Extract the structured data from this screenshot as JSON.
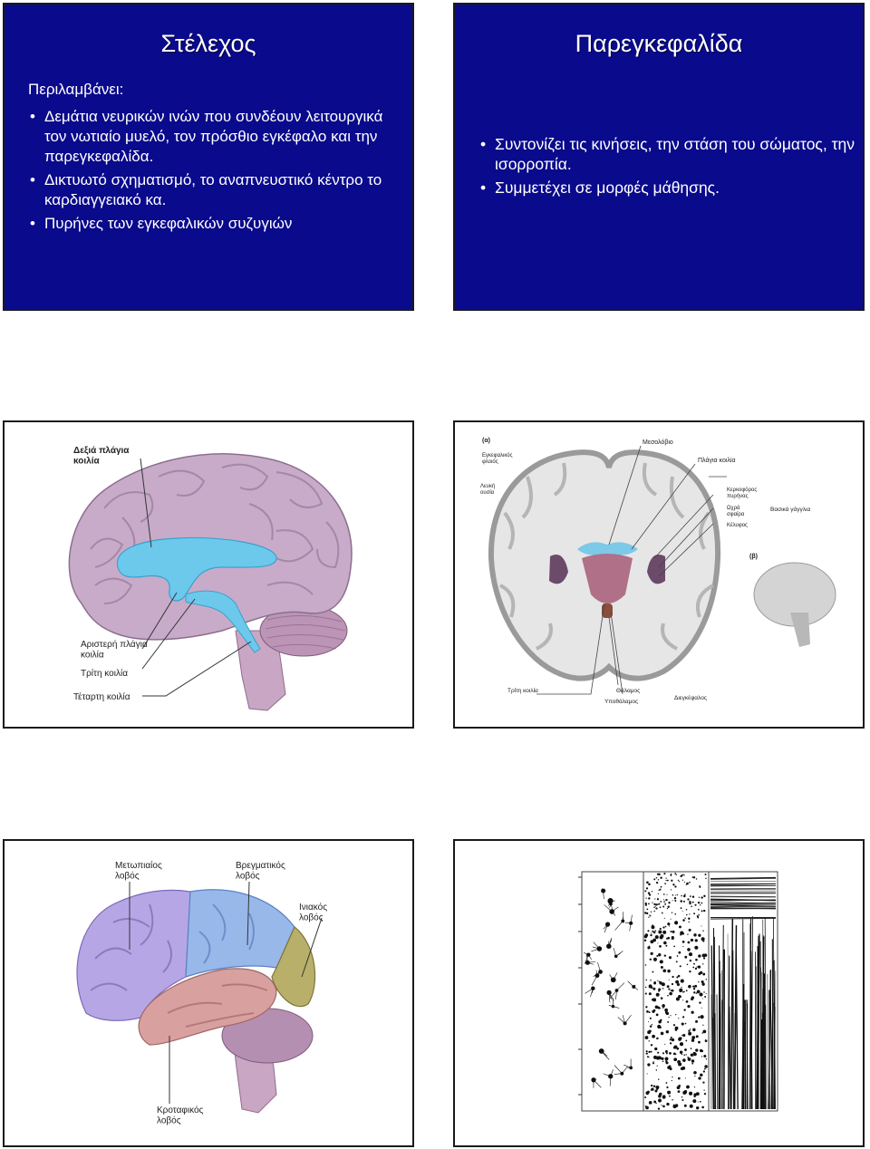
{
  "slide1": {
    "title": "Στέλεχος",
    "intro": "Περιλαμβάνει:",
    "bullets": [
      "Δεμάτια νευρικών ινών που συνδέουν λειτουργικά τον νωτιαίο μυελό, τον πρόσθιο εγκέφαλο και την παρεγκεφαλίδα.",
      "Δικτυωτό σχηματισμό, το αναπνευστικό κέντρο το καρδιαγγειακό κα.",
      "Πυρήνες των εγκεφαλικών συζυγιών"
    ]
  },
  "slide2": {
    "title": "Παρεγκεφαλίδα",
    "bullets": [
      "Συντονίζει τις κινήσεις, την στάση του σώματος, την ισορροπία.",
      "Συμμετέχει σε μορφές μάθησης."
    ]
  },
  "slide3": {
    "labels": {
      "right_ventricle": "Δεξιά πλάγια κοιλία",
      "left_ventricle": "Αριστερή πλάγια κοιλία",
      "third_ventricle": "Τρίτη κοιλία",
      "fourth_ventricle": "Τέταρτη κοιλία"
    }
  },
  "slide4": {
    "labels": {
      "a": "(α)",
      "b": "(β)",
      "corpus_callosum": "Μεσολόβιο",
      "cortex": "Εγκεφαλικός φλοιός",
      "white_matter": "Λευκή ουσία",
      "lateral_ventricle": "Πλάγια κοιλία",
      "caudate": "Κερκοφόρος πυρήνας",
      "globus_pallidus": "Ωχρά σφαίρα",
      "putamen": "Κέλυφος",
      "basal_ganglia": "Βασικά γάγγλια",
      "third_ventricle": "Τρίτη κοιλία",
      "thalamus": "Θάλαμος",
      "hypothalamus": "Υποθάλαμος",
      "diencephalon": "Διεγκέφαλος"
    }
  },
  "slide5": {
    "labels": {
      "frontal": "Μετωπιαίος λοβός",
      "parietal": "Βρεγματικός λοβός",
      "occipital": "Ινιακός λοβός",
      "temporal": "Κροταφικός λοβός"
    }
  }
}
